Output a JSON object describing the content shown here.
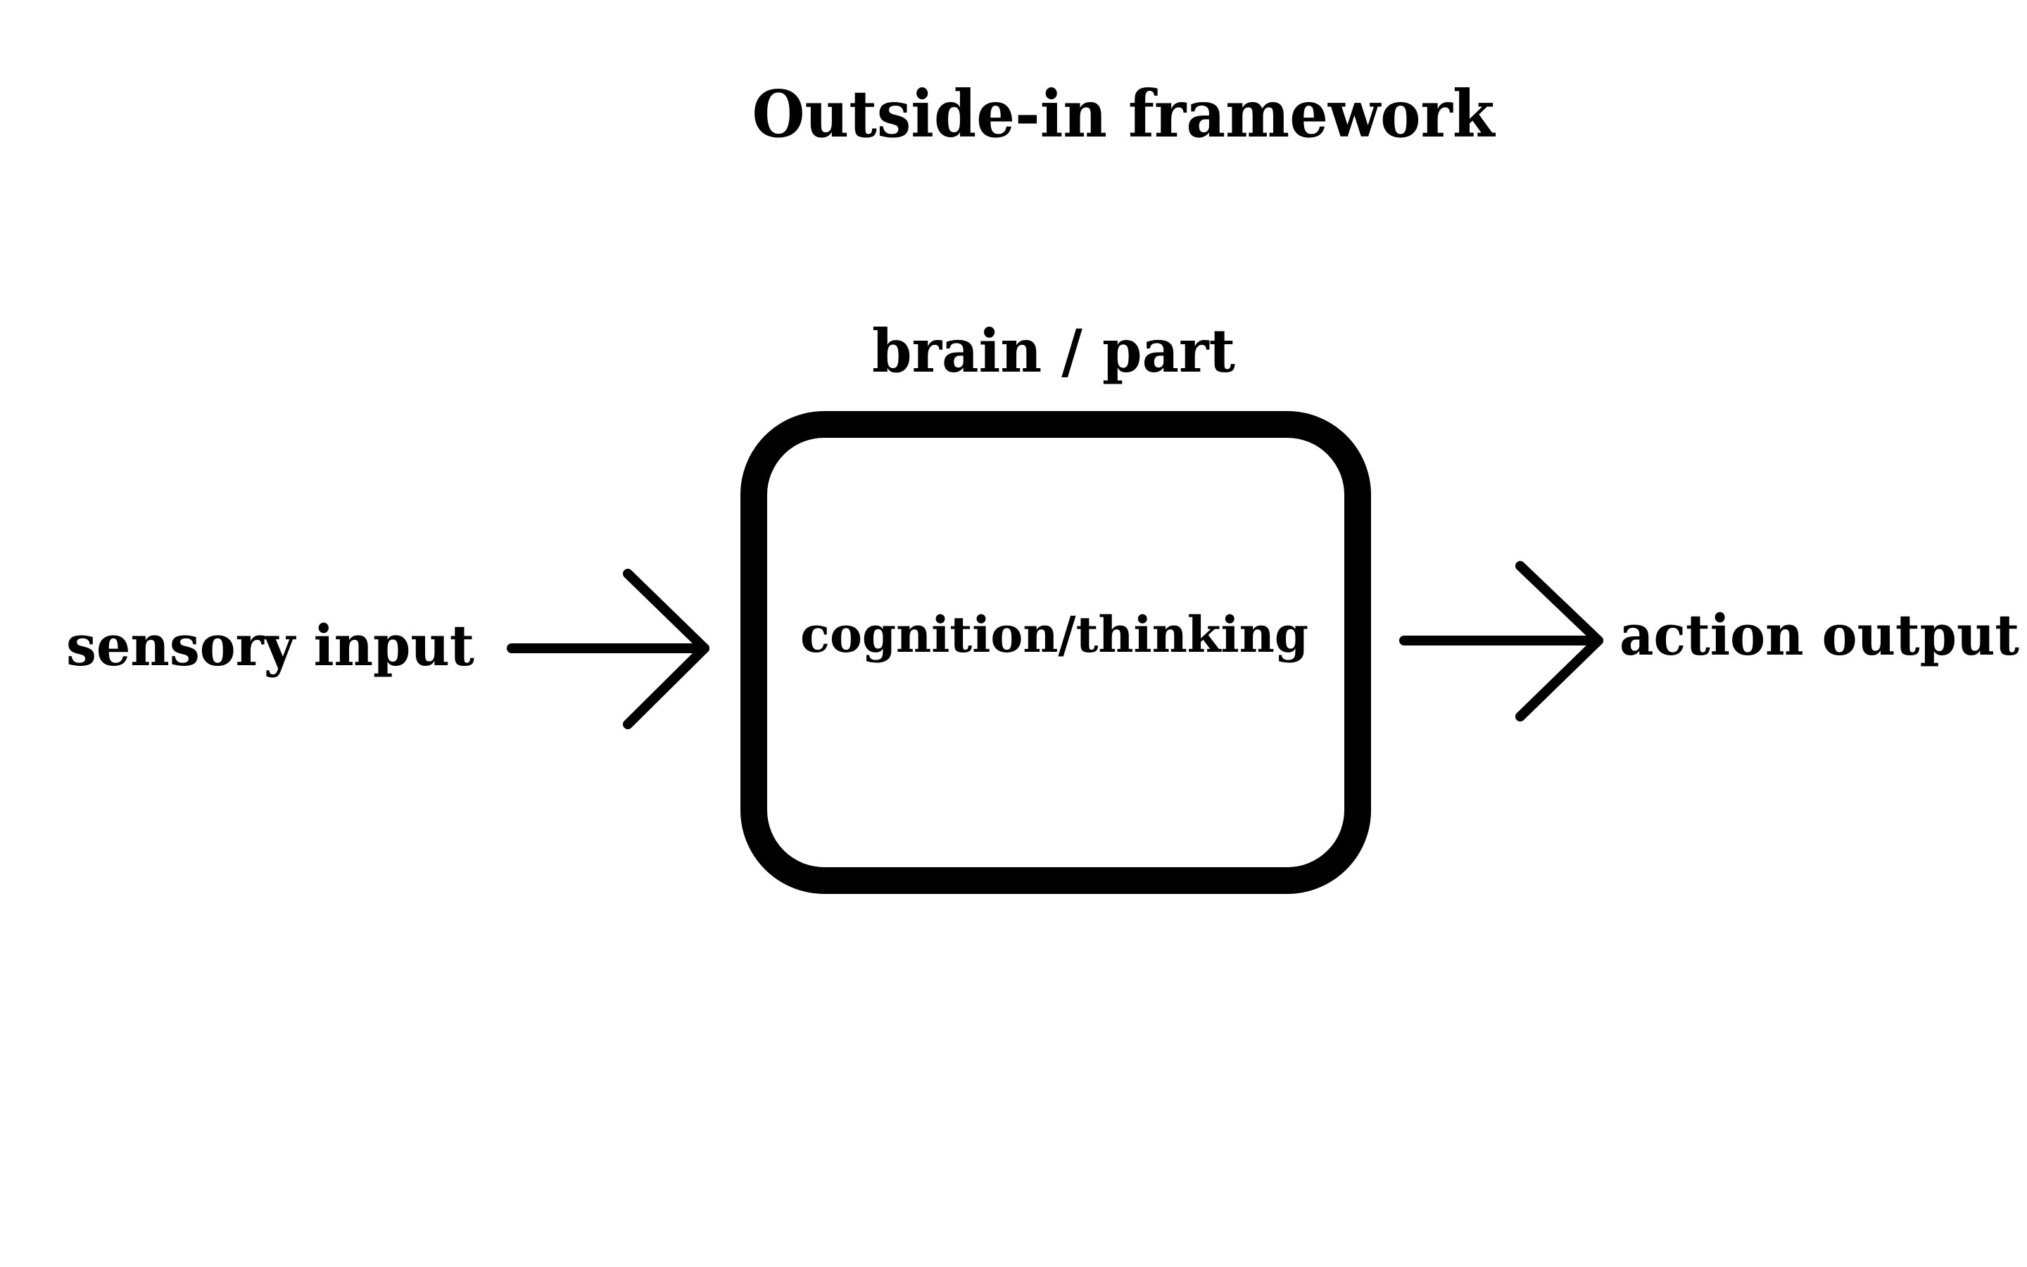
{
  "title": "Outside-in framework",
  "box": {
    "heading": "brain / part",
    "inner_label": "cognition/thinking"
  },
  "input": {
    "label": "sensory input"
  },
  "output": {
    "label": "action output"
  },
  "colors": {
    "background": "#ffffff",
    "ink": "#000000"
  },
  "icons": {
    "input_arrow": "arrow-right-icon",
    "output_arrow": "arrow-right-icon"
  }
}
